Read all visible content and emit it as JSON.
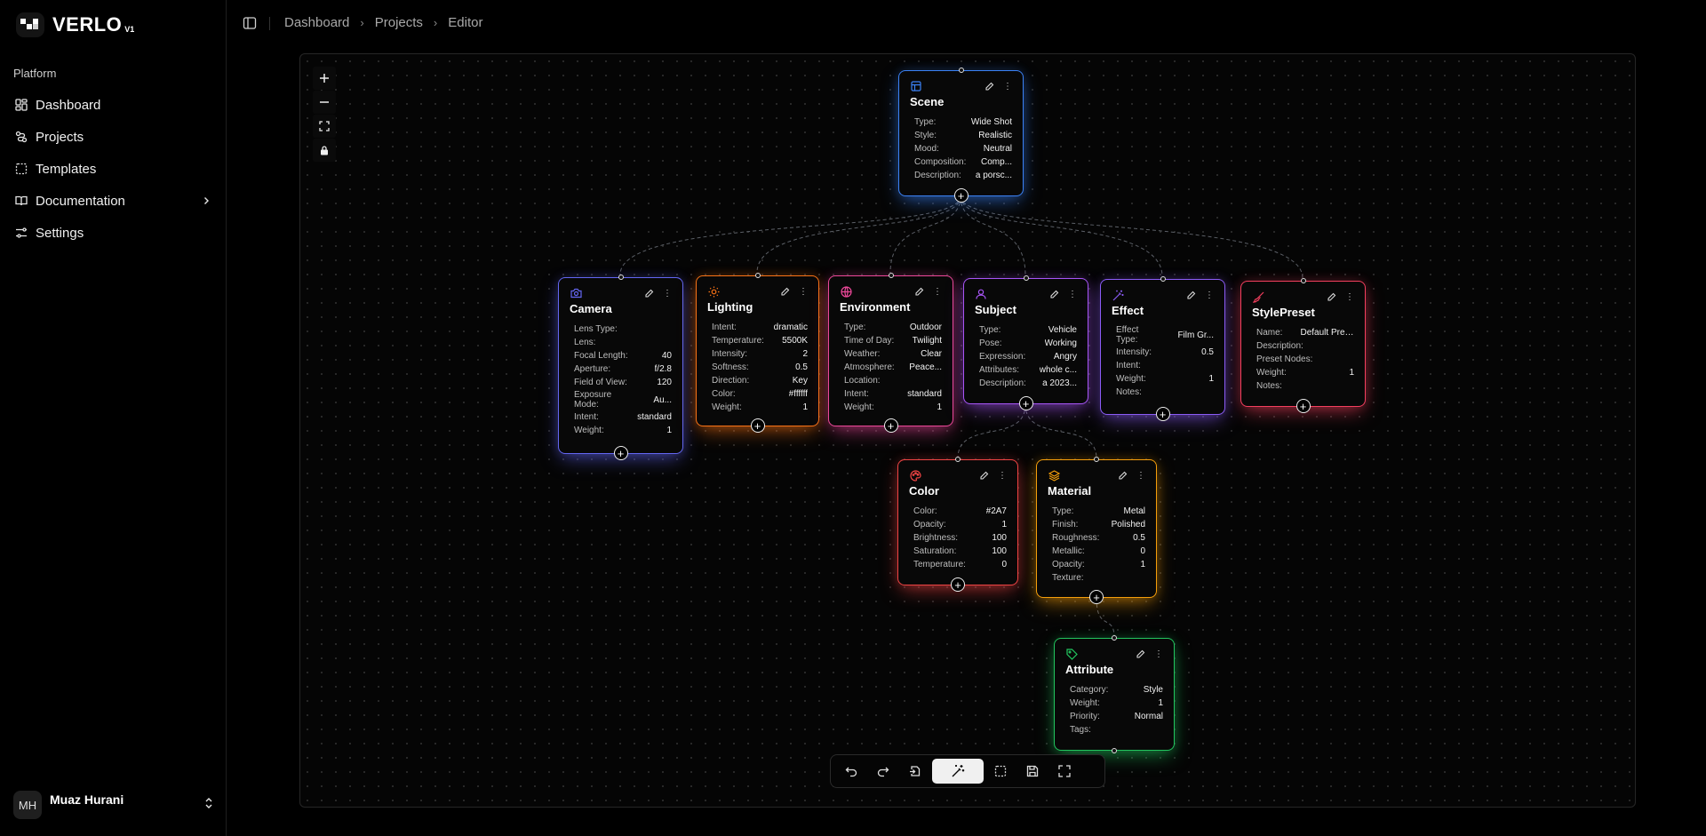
{
  "app": {
    "name": "VERLO",
    "version": "V1"
  },
  "sidebar": {
    "section_label": "Platform",
    "items": [
      {
        "label": "Dashboard",
        "icon": "dashboard-icon"
      },
      {
        "label": "Projects",
        "icon": "projects-icon"
      },
      {
        "label": "Templates",
        "icon": "templates-icon"
      },
      {
        "label": "Documentation",
        "icon": "book-icon"
      },
      {
        "label": "Settings",
        "icon": "settings-icon"
      }
    ],
    "user": {
      "initials": "MH",
      "name": "Muaz Hurani"
    }
  },
  "breadcrumb": [
    "Dashboard",
    "Projects",
    "Editor"
  ],
  "nodes": {
    "scene": {
      "title": "Scene",
      "color": "#3b82f6",
      "rows": [
        [
          "Type:",
          "Wide Shot"
        ],
        [
          "Style:",
          "Realistic"
        ],
        [
          "Mood:",
          "Neutral"
        ],
        [
          "Composition:",
          "Comp..."
        ],
        [
          "Description:",
          "a porsc..."
        ]
      ]
    },
    "camera": {
      "title": "Camera",
      "color": "#6366f1",
      "rows": [
        [
          "Lens Type:",
          ""
        ],
        [
          "Lens:",
          ""
        ],
        [
          "Focal Length:",
          "40"
        ],
        [
          "Aperture:",
          "f/2.8"
        ],
        [
          "Field of View:",
          "120"
        ],
        [
          "Exposure Mode:",
          "Au..."
        ],
        [
          "Intent:",
          "standard"
        ],
        [
          "Weight:",
          "1"
        ]
      ]
    },
    "lighting": {
      "title": "Lighting",
      "color": "#f97316",
      "rows": [
        [
          "Intent:",
          "dramatic"
        ],
        [
          "Temperature:",
          "5500K"
        ],
        [
          "Intensity:",
          "2"
        ],
        [
          "Softness:",
          "0.5"
        ],
        [
          "Direction:",
          "Key"
        ],
        [
          "Color:",
          "#ffffff"
        ],
        [
          "Weight:",
          "1"
        ]
      ]
    },
    "environment": {
      "title": "Environment",
      "color": "#ec4899",
      "rows": [
        [
          "Type:",
          "Outdoor"
        ],
        [
          "Time of Day:",
          "Twilight"
        ],
        [
          "Weather:",
          "Clear"
        ],
        [
          "Atmosphere:",
          "Peace..."
        ],
        [
          "Location:",
          ""
        ],
        [
          "Intent:",
          "standard"
        ],
        [
          "Weight:",
          "1"
        ]
      ]
    },
    "subject": {
      "title": "Subject",
      "color": "#a855f7",
      "rows": [
        [
          "Type:",
          "Vehicle"
        ],
        [
          "Pose:",
          "Working"
        ],
        [
          "Expression:",
          "Angry"
        ],
        [
          "Attributes:",
          "whole c..."
        ],
        [
          "Description:",
          "a 2023..."
        ]
      ]
    },
    "effect": {
      "title": "Effect",
      "color": "#8b5cf6",
      "rows": [
        [
          "Effect Type:",
          "Film Gr..."
        ],
        [
          "Intensity:",
          "0.5"
        ],
        [
          "Intent:",
          ""
        ],
        [
          "Weight:",
          "1"
        ],
        [
          "Notes:",
          ""
        ]
      ]
    },
    "stylepreset": {
      "title": "StylePreset",
      "color": "#f43f5e",
      "rows": [
        [
          "Name:",
          "Default Preset"
        ],
        [
          "Description:",
          ""
        ],
        [
          "Preset Nodes:",
          ""
        ],
        [
          "Weight:",
          "1"
        ],
        [
          "Notes:",
          ""
        ]
      ]
    },
    "color": {
      "title": "Color",
      "color": "#ef4444",
      "rows": [
        [
          "Color:",
          "#2A7"
        ],
        [
          "Opacity:",
          "1"
        ],
        [
          "Brightness:",
          "100"
        ],
        [
          "Saturation:",
          "100"
        ],
        [
          "Temperature:",
          "0"
        ]
      ]
    },
    "material": {
      "title": "Material",
      "color": "#f59e0b",
      "rows": [
        [
          "Type:",
          "Metal"
        ],
        [
          "Finish:",
          "Polished"
        ],
        [
          "Roughness:",
          "0.5"
        ],
        [
          "Metallic:",
          "0"
        ],
        [
          "Opacity:",
          "1"
        ],
        [
          "Texture:",
          ""
        ]
      ]
    },
    "attribute": {
      "title": "Attribute",
      "color": "#22c55e",
      "rows": [
        [
          "Category:",
          "Style"
        ],
        [
          "Weight:",
          "1"
        ],
        [
          "Priority:",
          "Normal"
        ],
        [
          "Tags:",
          ""
        ]
      ]
    }
  }
}
